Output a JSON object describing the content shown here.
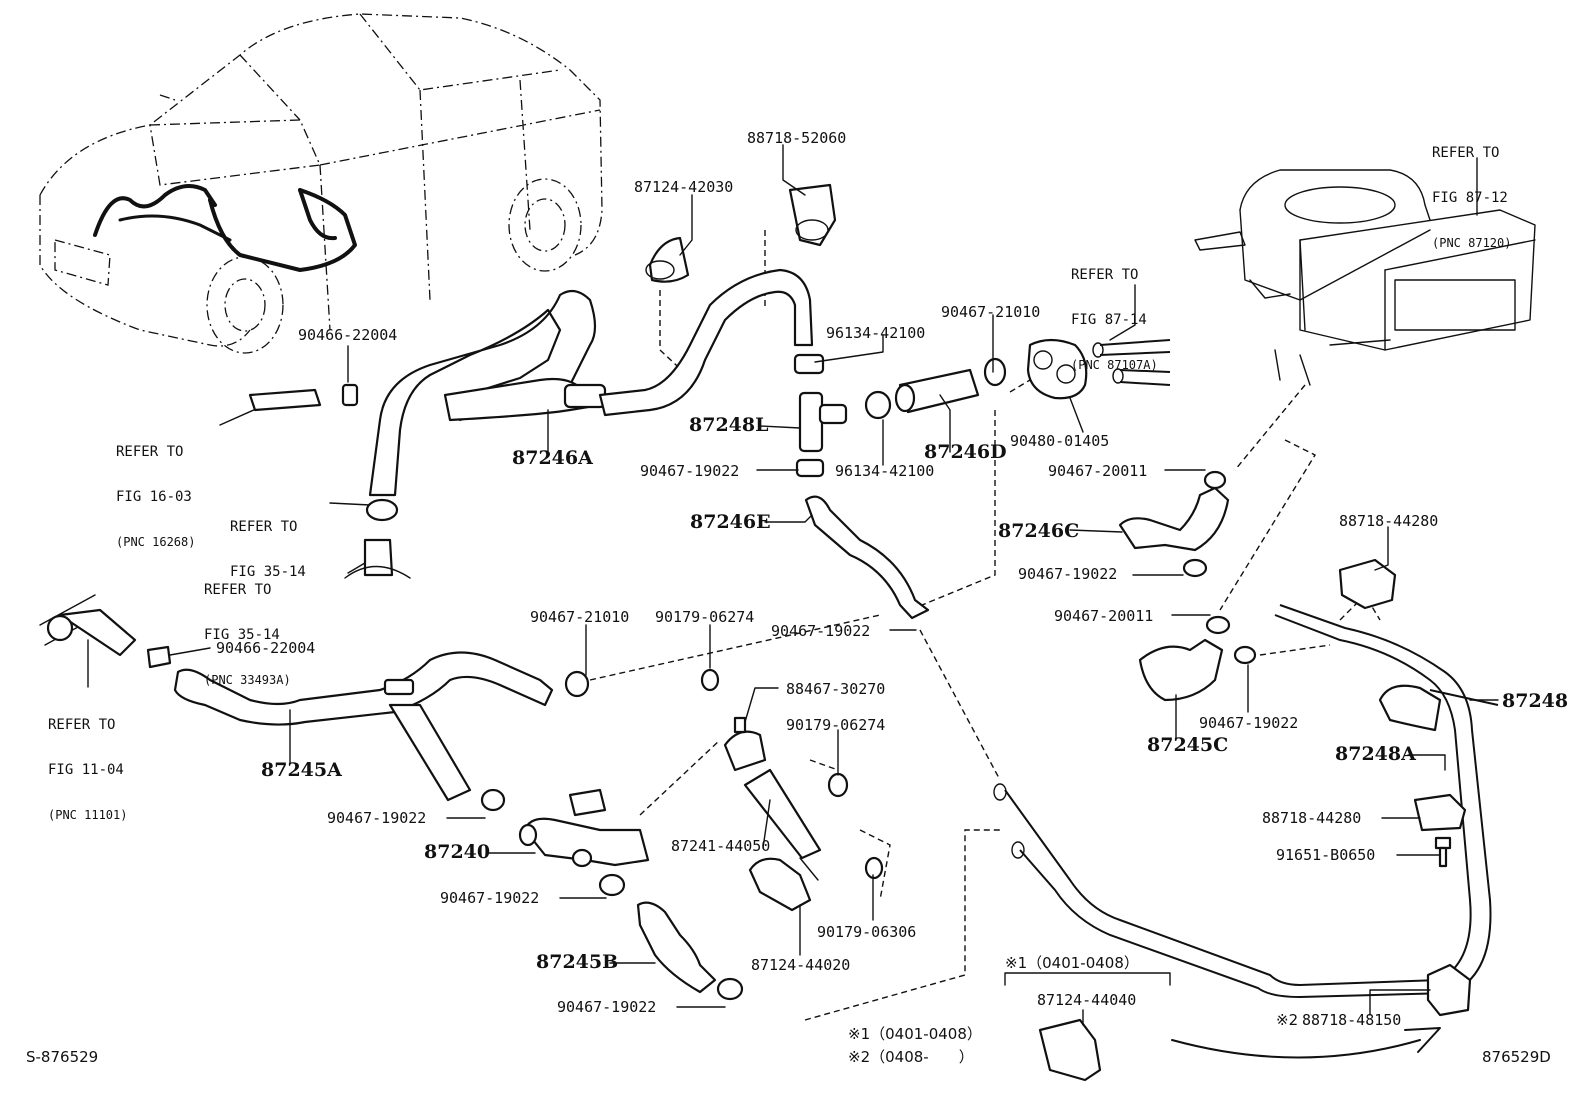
{
  "parts": {
    "p88718_52060": "88718-52060",
    "p87124_42030": "87124-42030",
    "p90466_22004_top": "90466-22004",
    "p96134_42100_top": "96134-42100",
    "p90467_21010_top": "90467-21010",
    "p87248L": "87248L",
    "p87246A": "87246A",
    "p87246D": "87246D",
    "p90480_01405": "90480-01405",
    "p90467_19022_a": "90467-19022",
    "p96134_42100_b": "96134-42100",
    "p90467_20011_a": "90467-20011",
    "p87246E": "87246E",
    "p87246C": "87246C",
    "p88718_44280_a": "88718-44280",
    "p90467_19022_b": "90467-19022",
    "p90467_21010_b": "90467-21010",
    "p90179_06274_a": "90179-06274",
    "p90467_19022_c": "90467-19022",
    "p90467_20011_b": "90467-20011",
    "p90466_22004_b": "90466-22004",
    "p88467_30270": "88467-30270",
    "p90467_19022_d": "90467-19022",
    "p87248": "87248",
    "p87245C": "87245C",
    "p87248A": "87248A",
    "p87245A": "87245A",
    "p90179_06274_b": "90179-06274",
    "p90467_19022_e": "90467-19022",
    "p88718_44280_b": "88718-44280",
    "p87240": "87240",
    "p87241_44050": "87241-44050",
    "p91651_B0650": "91651-B0650",
    "p90467_19022_f": "90467-19022",
    "p90179_06306": "90179-06306",
    "p87245B": "87245B",
    "p87124_44020": "87124-44020",
    "p90467_19022_g": "90467-19022",
    "p87124_44040": "87124-44040",
    "p88718_48150": "88718-48150"
  },
  "refs": {
    "fig87_12": {
      "l1": "REFER TO",
      "l2": "FIG 87-12",
      "l3": "(PNC 87120)"
    },
    "fig87_14": {
      "l1": "REFER TO",
      "l2": "FIG 87-14",
      "l3": "(PNC 87107A)"
    },
    "fig16_03": {
      "l1": "REFER TO",
      "l2": "FIG 16-03",
      "l3": "(PNC 16268)"
    },
    "fig35_14a": {
      "l1": "REFER TO",
      "l2": "FIG 35-14"
    },
    "fig35_14b": {
      "l1": "REFER TO",
      "l2": "FIG 35-14",
      "l3": "(PNC 33493A)"
    },
    "fig11_04": {
      "l1": "REFER TO",
      "l2": "FIG 11-04",
      "l3": "(PNC 11101)"
    }
  },
  "notes": {
    "mark1_top": "※1（0401-0408）",
    "mark2_part": "※2",
    "legend1": "※1（0401-0408）",
    "legend2": "※2（0408-　　）"
  },
  "footer": {
    "left": "S-876529",
    "right": "876529D"
  }
}
